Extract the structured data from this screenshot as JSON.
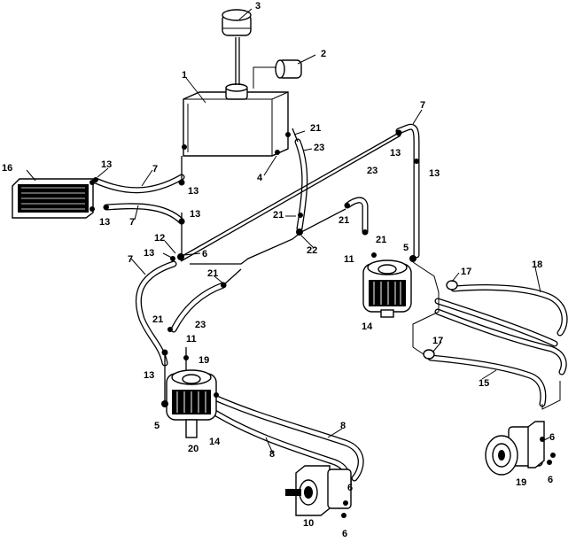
{
  "diagram": {
    "callouts": [
      {
        "id": "c1",
        "text": "1"
      },
      {
        "id": "c2",
        "text": "2"
      },
      {
        "id": "c3",
        "text": "3"
      },
      {
        "id": "c4",
        "text": "4"
      },
      {
        "id": "c5a",
        "text": "5"
      },
      {
        "id": "c5b",
        "text": "5"
      },
      {
        "id": "c6a",
        "text": "6"
      },
      {
        "id": "c6b",
        "text": "6"
      },
      {
        "id": "c6c",
        "text": "6"
      },
      {
        "id": "c6d",
        "text": "6"
      },
      {
        "id": "c6e",
        "text": "6"
      },
      {
        "id": "c7a",
        "text": "7"
      },
      {
        "id": "c7b",
        "text": "7"
      },
      {
        "id": "c7c",
        "text": "7"
      },
      {
        "id": "c7d",
        "text": "7"
      },
      {
        "id": "c8a",
        "text": "8"
      },
      {
        "id": "c8b",
        "text": "8"
      },
      {
        "id": "c10",
        "text": "10"
      },
      {
        "id": "c11a",
        "text": "11"
      },
      {
        "id": "c11b",
        "text": "11"
      },
      {
        "id": "c12",
        "text": "12"
      },
      {
        "id": "c13a",
        "text": "13"
      },
      {
        "id": "c13b",
        "text": "13"
      },
      {
        "id": "c13c",
        "text": "13"
      },
      {
        "id": "c13d",
        "text": "13"
      },
      {
        "id": "c13e",
        "text": "13"
      },
      {
        "id": "c13f",
        "text": "13"
      },
      {
        "id": "c13g",
        "text": "13"
      },
      {
        "id": "c13h",
        "text": "13"
      },
      {
        "id": "c14a",
        "text": "14"
      },
      {
        "id": "c14b",
        "text": "14"
      },
      {
        "id": "c15",
        "text": "15"
      },
      {
        "id": "c16",
        "text": "16"
      },
      {
        "id": "c17a",
        "text": "17"
      },
      {
        "id": "c17b",
        "text": "17"
      },
      {
        "id": "c18",
        "text": "18"
      },
      {
        "id": "c19a",
        "text": "19"
      },
      {
        "id": "c19b",
        "text": "19"
      },
      {
        "id": "c20",
        "text": "20"
      },
      {
        "id": "c21a",
        "text": "21"
      },
      {
        "id": "c21b",
        "text": "21"
      },
      {
        "id": "c21c",
        "text": "21"
      },
      {
        "id": "c21d",
        "text": "21"
      },
      {
        "id": "c21e",
        "text": "21"
      },
      {
        "id": "c21f",
        "text": "21"
      },
      {
        "id": "c22",
        "text": "22"
      },
      {
        "id": "c23a",
        "text": "23"
      },
      {
        "id": "c23b",
        "text": "23"
      },
      {
        "id": "c23c",
        "text": "23"
      }
    ]
  }
}
